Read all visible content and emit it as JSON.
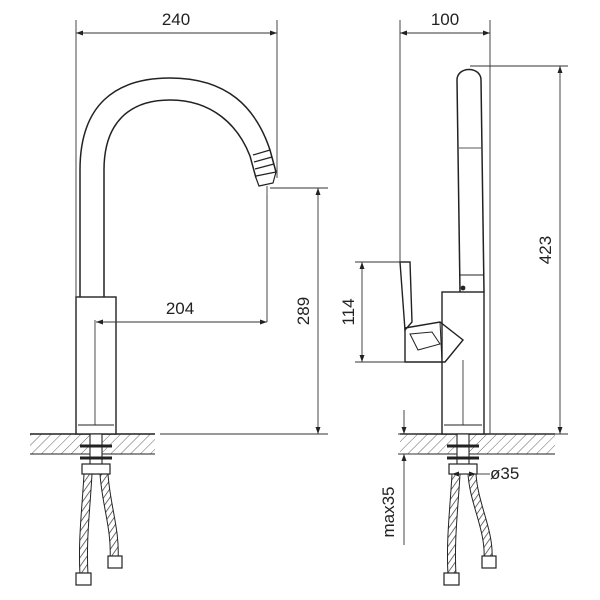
{
  "drawing": {
    "dimensions": {
      "side_width": "240",
      "front_width": "100",
      "spout_reach": "204",
      "spout_height": "289",
      "lever_height": "114",
      "total_height": "423",
      "hole_diameter": "ø35",
      "max_thickness": "max35"
    }
  }
}
